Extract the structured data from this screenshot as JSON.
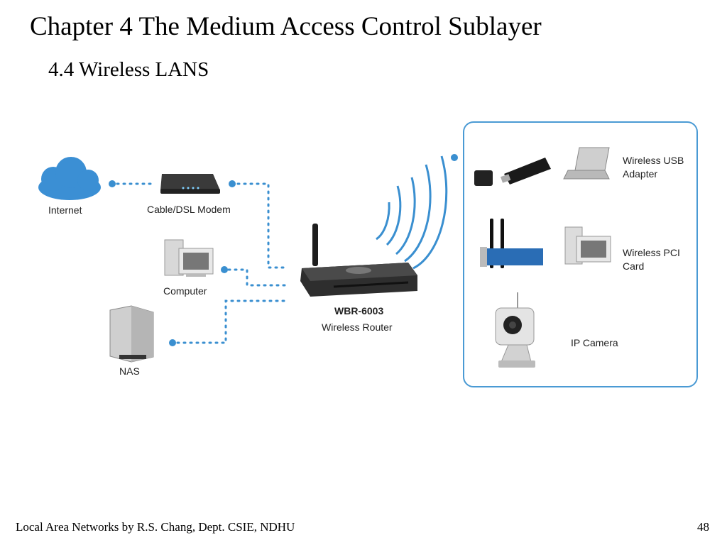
{
  "slide": {
    "title": "Chapter 4 The Medium Access Control Sublayer",
    "subtitle": "4.4 Wireless LANS",
    "footer": "Local Area Networks by R.S. Chang, Dept. CSIE, NDHU",
    "page_number": "48"
  },
  "diagram": {
    "nodes": {
      "internet": "Internet",
      "modem": "Cable/DSL Modem",
      "computer": "Computer",
      "nas": "NAS",
      "router_model": "WBR-6003",
      "router_name": "Wireless Router"
    },
    "clients": {
      "usb_line1": "Wireless USB",
      "usb_line2": "Adapter",
      "pci_line1": "Wireless PCI",
      "pci_line2": "Card",
      "camera": "IP Camera"
    },
    "colors": {
      "link": "#3a8fd0",
      "panel_border": "#4a9ad4",
      "cloud": "#3b8fd4"
    }
  }
}
